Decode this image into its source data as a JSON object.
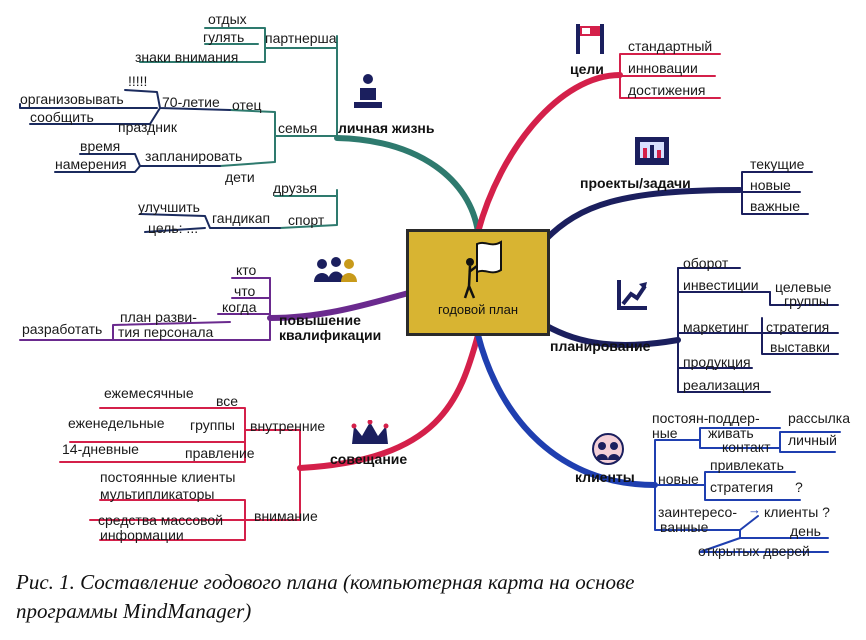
{
  "center": {
    "label": "годовой план"
  },
  "colors": {
    "personal": "#2e7a6e",
    "goals": "#d4204a",
    "projects": "#1b1f5e",
    "planning": "#1b1f5e",
    "qualification": "#6a2a8e",
    "meeting": "#d4204a",
    "clients": "#1f3fb0",
    "center_fill": "#d8b432"
  },
  "icons": {
    "personal": "person-icon",
    "goals": "flag-icon",
    "projects": "chart-board-icon",
    "planning": "growth-arrow-icon",
    "qualification": "group-icon",
    "meeting": "crown-icon",
    "clients": "people-icon"
  },
  "branches": {
    "personal": {
      "title": "личная жизнь",
      "partner": "партнерша",
      "rest": "отдых",
      "walk": "гулять",
      "attention_signs": "знаки внимания",
      "exclaim": "!!!!!",
      "father": "отец",
      "anniversary": "70-летие",
      "organize": "организовывать",
      "inform": "сообщить",
      "holiday": "праздник",
      "family": "семья",
      "time": "время",
      "intentions": "намерения",
      "plan": "запланировать",
      "children": "дети",
      "friends": "друзья",
      "improve": "улучшить",
      "goal": "цель: ...",
      "handicap": "гандикап",
      "sport": "спорт"
    },
    "goals": {
      "title": "цели",
      "items": [
        "стандартный",
        "инновации",
        "достижения"
      ]
    },
    "projects": {
      "title": "проекты/задачи",
      "items": [
        "текущие",
        "новые",
        "важные"
      ]
    },
    "planning": {
      "title": "планирование",
      "turnover": "оборот",
      "investments": "инвестиции",
      "target_groups_1": "целевые",
      "target_groups_2": "группы",
      "marketing": "маркетинг",
      "strategy": "стратегия",
      "exhibitions": "выставки",
      "products": "продукция",
      "sales": "реализация"
    },
    "qualification": {
      "title_1": "повышение",
      "title_2": "квалификации",
      "who": "кто",
      "what": "что",
      "when": "когда",
      "plan_1": "план разви-",
      "plan_2": "тия персонала",
      "develop": "разработать"
    },
    "meeting": {
      "title": "совещание",
      "internal": "внутренние",
      "all": "все",
      "monthly": "ежемесячные",
      "groups": "группы",
      "weekly": "еженедельные",
      "board": "правление",
      "biweekly": "14-дневные",
      "regular_clients": "постоянные клиенты",
      "multipliers": "мультипликаторы",
      "mass_media_1": "средства массовой",
      "mass_media_2": "информации",
      "attention": "внимание"
    },
    "clients": {
      "title": "клиенты",
      "permanent_1": "постоян-",
      "permanent_2": "ные",
      "maintain_1": "поддер-",
      "maintain_2": "живать",
      "mailing": "рассылка",
      "contact": "контакт",
      "personal": "личный",
      "new": "новые",
      "attract": "привлекать",
      "strategy": "стратегия",
      "q1": "?",
      "interested_1": "заинтересо-",
      "interested_2": "ванные",
      "arrow": "→",
      "clients_q": "клиенты ?",
      "day": "день",
      "open_doors": "открытых дверей"
    }
  },
  "caption": {
    "line1": "Рис. 1. Составление годового плана (компьютерная карта на основе",
    "line2": "программы MindManager)"
  }
}
